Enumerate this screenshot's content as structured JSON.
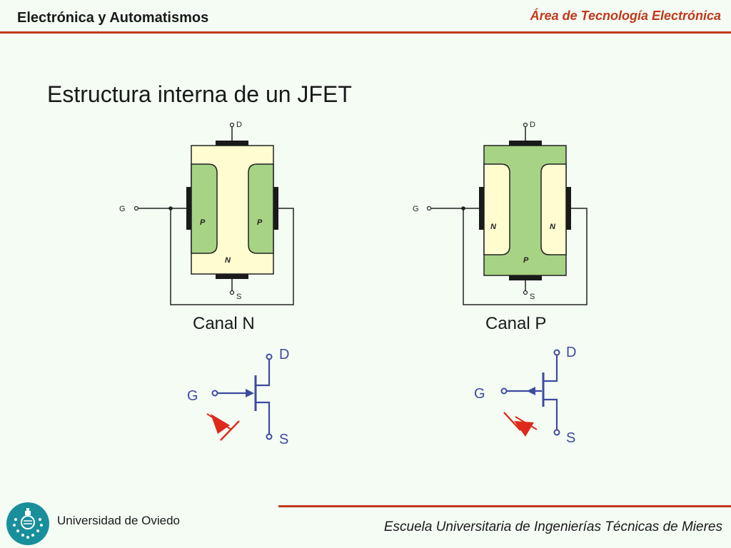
{
  "header": {
    "course": "Electrónica y Automatismos",
    "area": "Área de Tecnología Electrónica"
  },
  "slide": {
    "title": "Estructura interna de un JFET"
  },
  "diagrams": {
    "n_channel": {
      "caption": "Canal N",
      "terminal_d": "D",
      "terminal_g": "G",
      "terminal_s": "S",
      "left_region": "P",
      "right_region": "P",
      "channel_region": "N"
    },
    "p_channel": {
      "caption": "Canal P",
      "terminal_d": "D",
      "terminal_g": "G",
      "terminal_s": "S",
      "left_region": "N",
      "right_region": "N",
      "channel_region": "P"
    },
    "n_symbol": {
      "d": "D",
      "g": "G",
      "s": "S"
    },
    "p_symbol": {
      "d": "D",
      "g": "G",
      "s": "S"
    }
  },
  "colors": {
    "accent": "#c0391b",
    "symbol_blue": "#3e4aa0",
    "diode_red": "#dd2a1b",
    "light_yellow": "#fffdd0",
    "green": "#a7d384",
    "background": "#f4fcf4"
  },
  "footer": {
    "university": "Universidad de Oviedo",
    "school": "Escuela Universitaria de Ingenierías Técnicas de Mieres"
  }
}
